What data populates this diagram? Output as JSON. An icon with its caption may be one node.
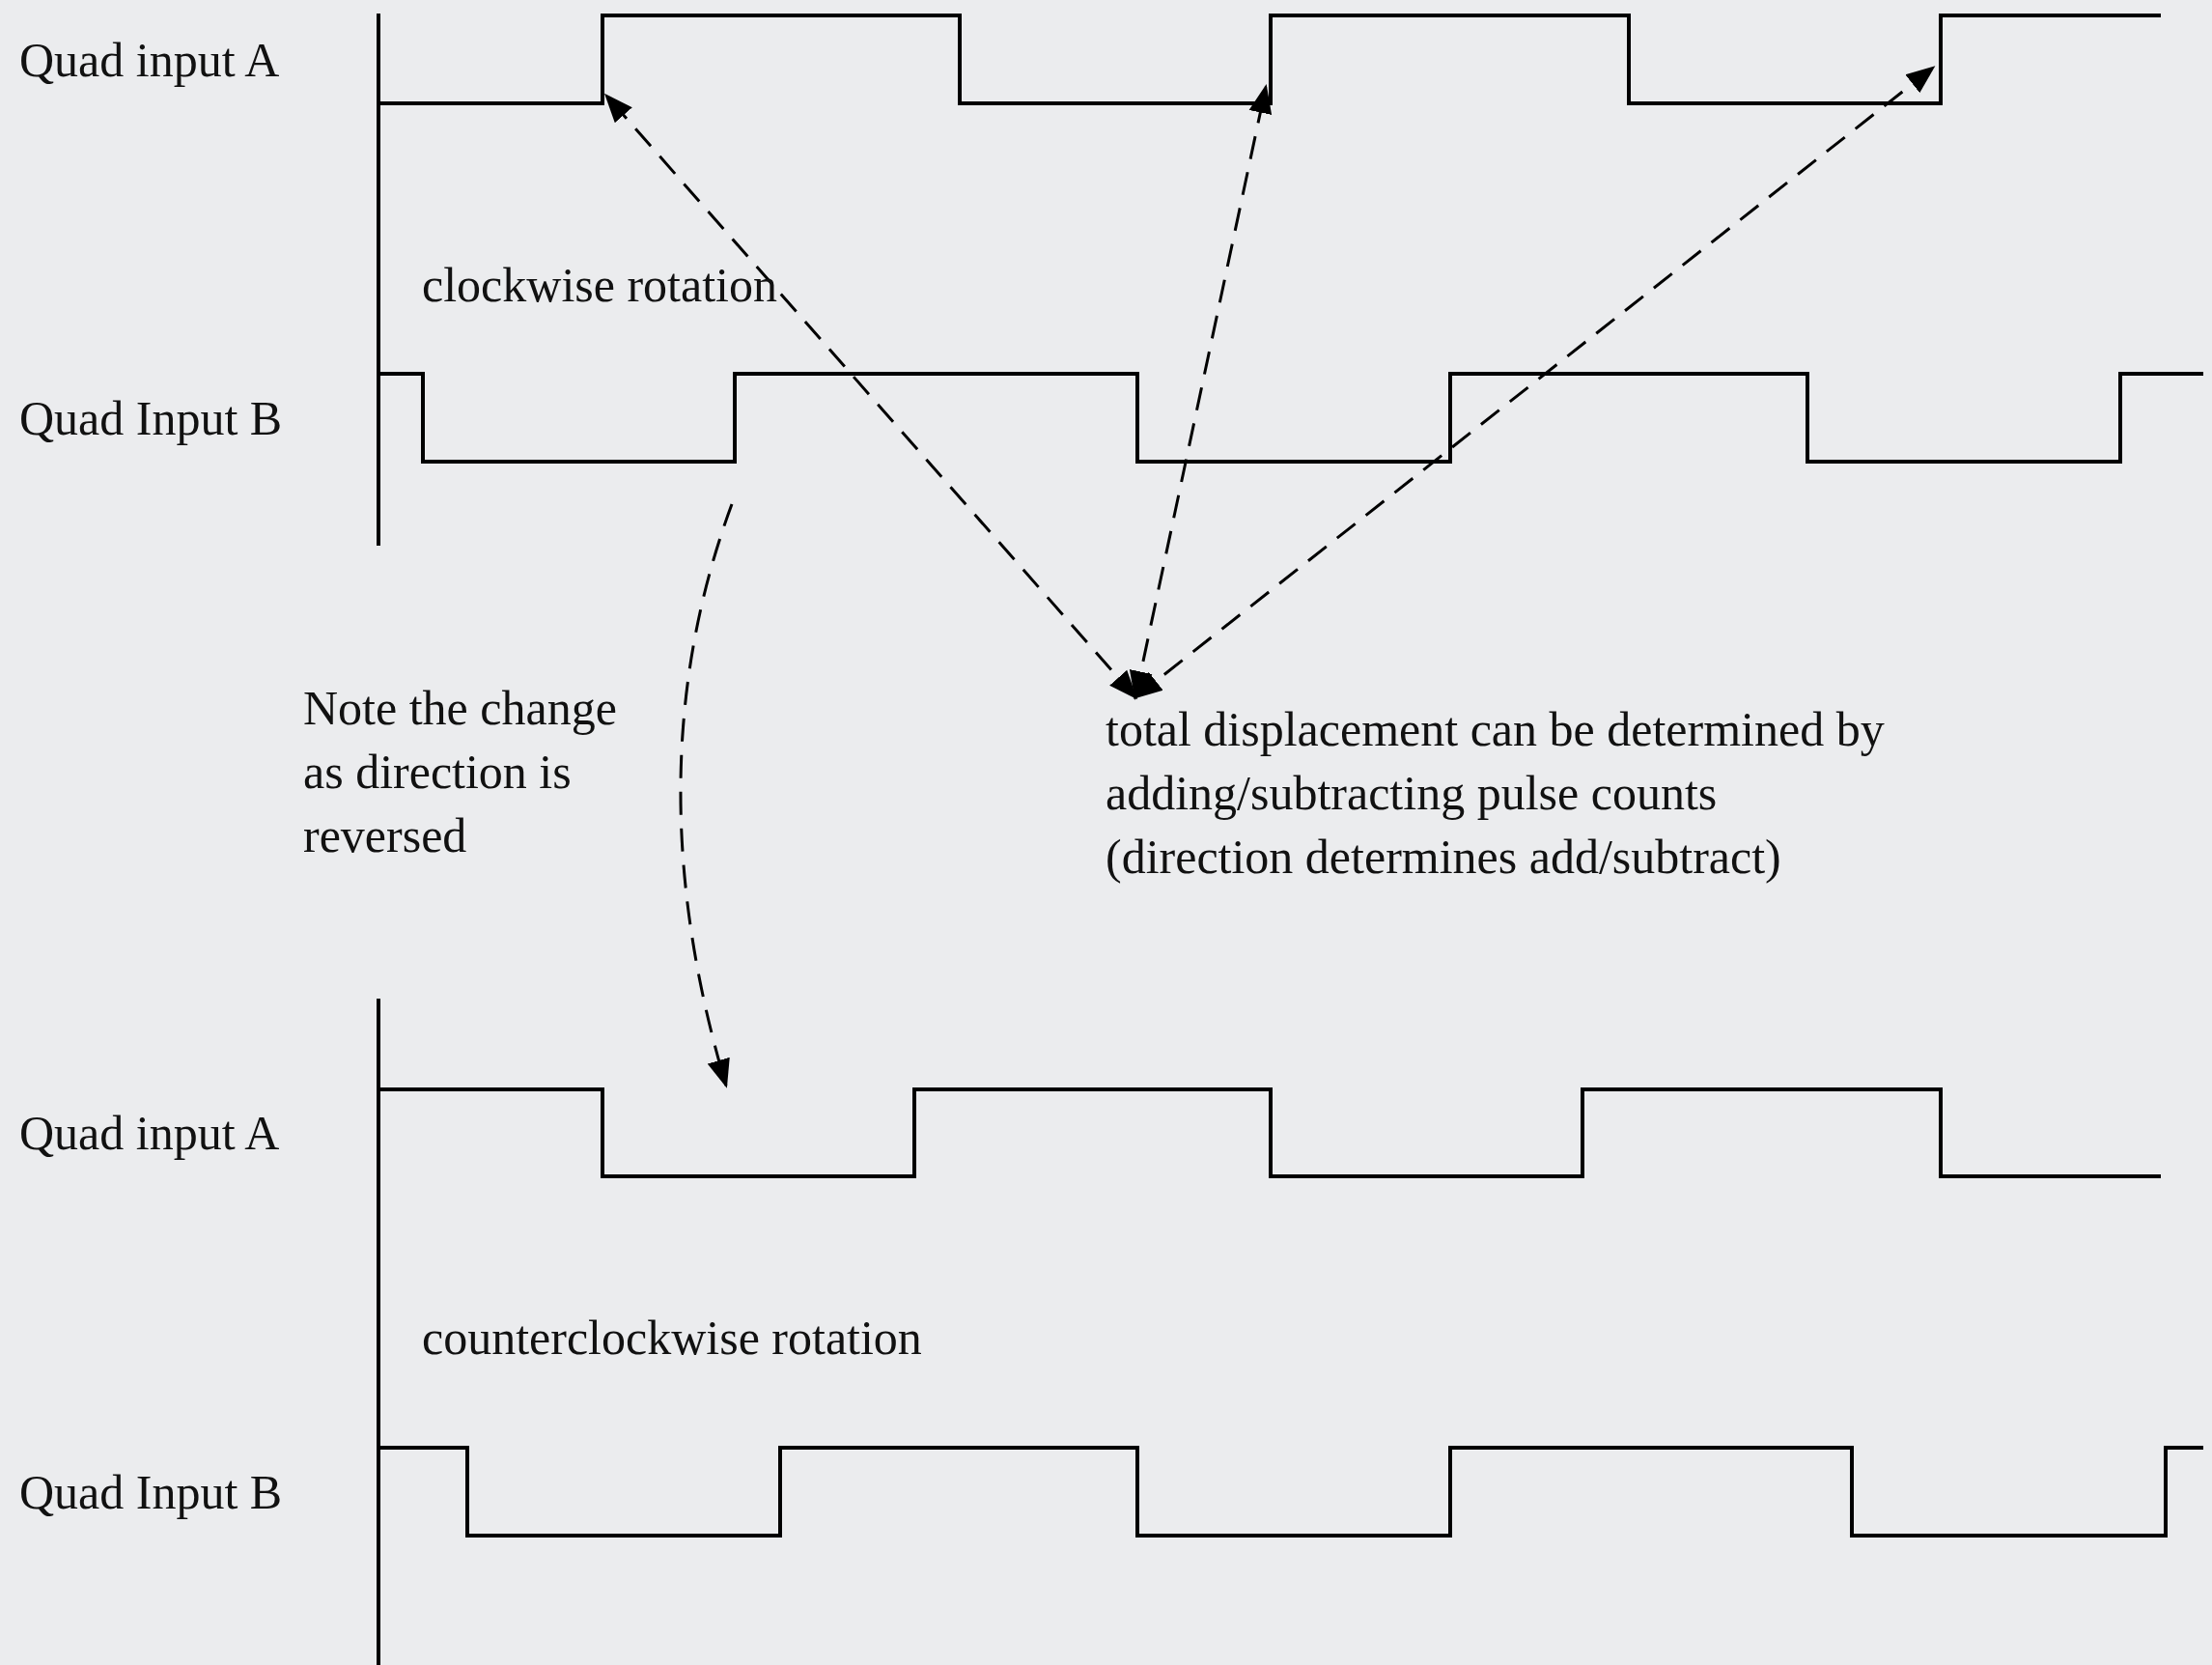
{
  "diagram": {
    "nodes": [
      {
        "text": [
          "Quad input A"
        ]
      },
      {
        "text": [
          "Quad Input B"
        ]
      },
      {
        "text": [
          "Quad input A"
        ]
      },
      {
        "text": [
          "Quad Input B"
        ]
      },
      {
        "text": [
          "total displacement can be determined by adding/subtracting pulse counts (direction determines add/subtract)"
        ]
      }
    ],
    "edges": [
      {
        "from": null,
        "to": 2,
        "arrow": "to",
        "style": "dashed",
        "label": "Note the change as direction is reversed"
      },
      {
        "from": 4,
        "to": null,
        "arrow": "both",
        "style": "dashed"
      },
      {
        "from": 4,
        "to": null,
        "arrow": "both",
        "style": "dashed"
      },
      {
        "from": 4,
        "to": null,
        "arrow": "both",
        "style": "dashed"
      }
    ],
    "labels": [
      "clockwise rotation",
      "counterclockwise rotation"
    ]
  }
}
